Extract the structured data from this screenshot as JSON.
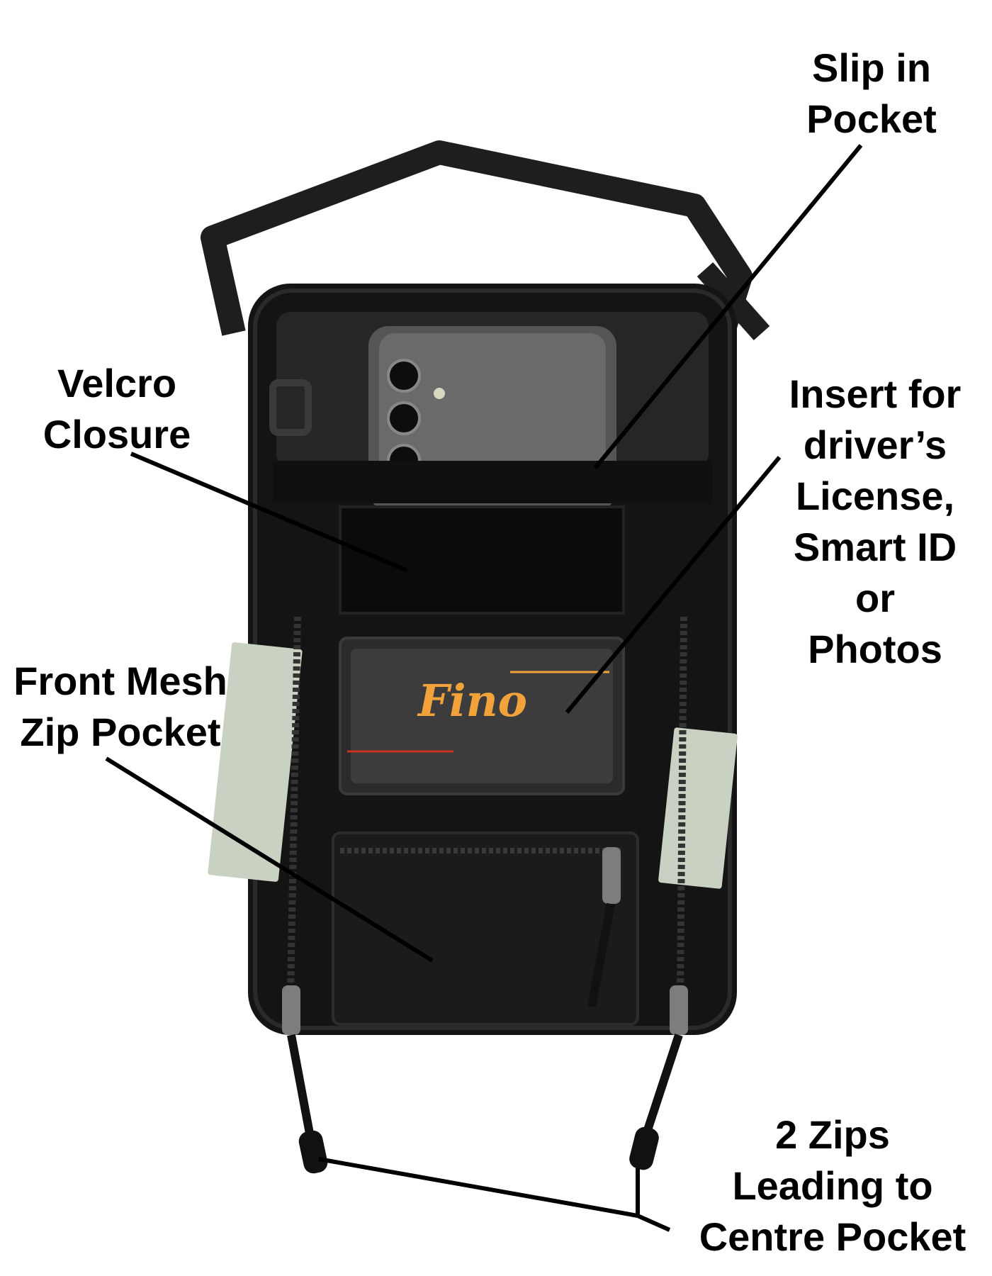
{
  "callouts": {
    "slip_in_pocket": {
      "line1": "Slip in",
      "line2": "Pocket"
    },
    "velcro_closure": {
      "line1": "Velcro",
      "line2": "Closure"
    },
    "insert": {
      "line1": "Insert for",
      "line2": "driver’s",
      "line3": "License,",
      "line4": "Smart ID",
      "line5": "or",
      "line6": "Photos"
    },
    "front_mesh": {
      "line1": "Front Mesh",
      "line2": "Zip Pocket"
    },
    "two_zips": {
      "line1": "2 Zips",
      "line2": "Leading to",
      "line3": "Centre Pocket"
    }
  },
  "card_brand": "Fino",
  "colors": {
    "pouch": "#141414",
    "strap": "#1e1e1e",
    "velcro": "#0b0b0b",
    "card_accent": "#f2a23a",
    "card_red": "#c8351f",
    "bill_green": "#c9d2c2",
    "callout_line": "#000000"
  }
}
